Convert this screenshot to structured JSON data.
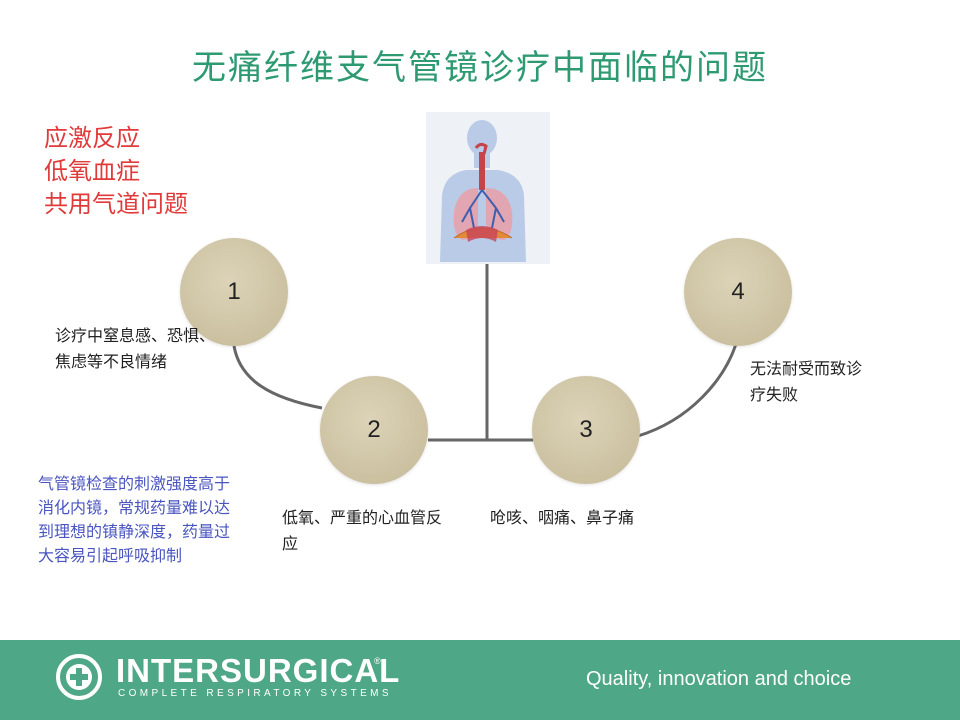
{
  "slide": {
    "title": "无痛纤维支气管镜诊疗中面临的问题",
    "problems": [
      "应激反应",
      "低氧血症",
      "共用气道问题"
    ],
    "side_note": "气管镜检查的刺激强度高于消化内镜，常规药量难以达到理想的镇静深度，药量过大容易引起呼吸抑制"
  },
  "diagram": {
    "nodes": [
      {
        "number": "1",
        "note": "诊疗中窒息感、恐惧、焦虑等不良情绪"
      },
      {
        "number": "2",
        "note": "低氧、严重的心血管反应"
      },
      {
        "number": "3",
        "note": "呛咳、咽痛、鼻子痛"
      },
      {
        "number": "4",
        "note": "无法耐受而致诊疗失败"
      }
    ],
    "colors": {
      "node_fill": "#cfc5a6",
      "connector": "#666666"
    },
    "image": "human-respiratory-system-illustration"
  },
  "footer": {
    "brand": "INTERSURGICAL",
    "registered": "®",
    "subtitle": "COMPLETE RESPIRATORY SYSTEMS",
    "tagline": "Quality, innovation and choice",
    "background": "#4ea787"
  },
  "colors": {
    "title": "#2e9a72",
    "problems": "#e03a3a",
    "side_note": "#4a55c0"
  }
}
